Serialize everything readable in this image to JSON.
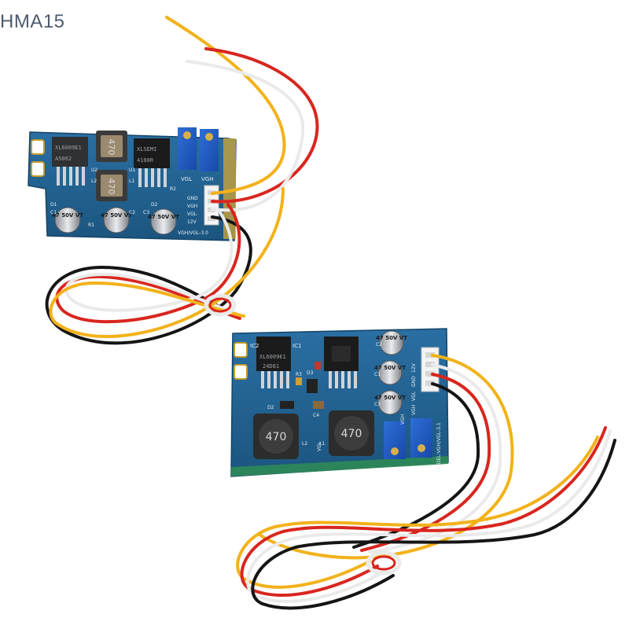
{
  "watermark": "HMA15",
  "colors": {
    "pcb": "#1f5f8f",
    "pcb_dark": "#174a70",
    "wire_yellow": "#f2b21b",
    "wire_red": "#d8261f",
    "wire_white": "#f2f2f2",
    "wire_black": "#151515"
  },
  "board_a": {
    "ics": [
      "XL6009E1",
      "XLSEMI"
    ],
    "ic_codes": [
      "A5062",
      "4180R"
    ],
    "inductor_labels": [
      "470",
      "470"
    ],
    "cap_labels": [
      "47 50V VT",
      "47 50V VT",
      "47 50V VT"
    ],
    "pin_labels": [
      "GND",
      "VGH",
      "VGL",
      "12V"
    ],
    "pot_labels": [
      "VGL",
      "VGH"
    ],
    "ref_labels": [
      "U2",
      "L2",
      "L1",
      "U1",
      "D1",
      "D2",
      "C1",
      "C2",
      "C3",
      "R1",
      "R2"
    ],
    "model": "VGH/VGL-3.0"
  },
  "board_b": {
    "ics": [
      "XL6009E1"
    ],
    "ic_codes": [
      "24D81"
    ],
    "ref_labels": [
      "IC2",
      "IC1",
      "D3",
      "R3",
      "D2",
      "C4",
      "L2",
      "L1",
      "C1",
      "C2",
      "C3"
    ],
    "inductor_labels": [
      "470",
      "470"
    ],
    "cap_labels": [
      "47 50V VT",
      "47 50V VT",
      "47 50V VT"
    ],
    "pin_labels": [
      "VGH",
      "VGL",
      "GND",
      "12V"
    ],
    "pot_labels": [
      "VGL",
      "VGH"
    ],
    "model": "MODEL:VGH/VGL-3.1"
  }
}
